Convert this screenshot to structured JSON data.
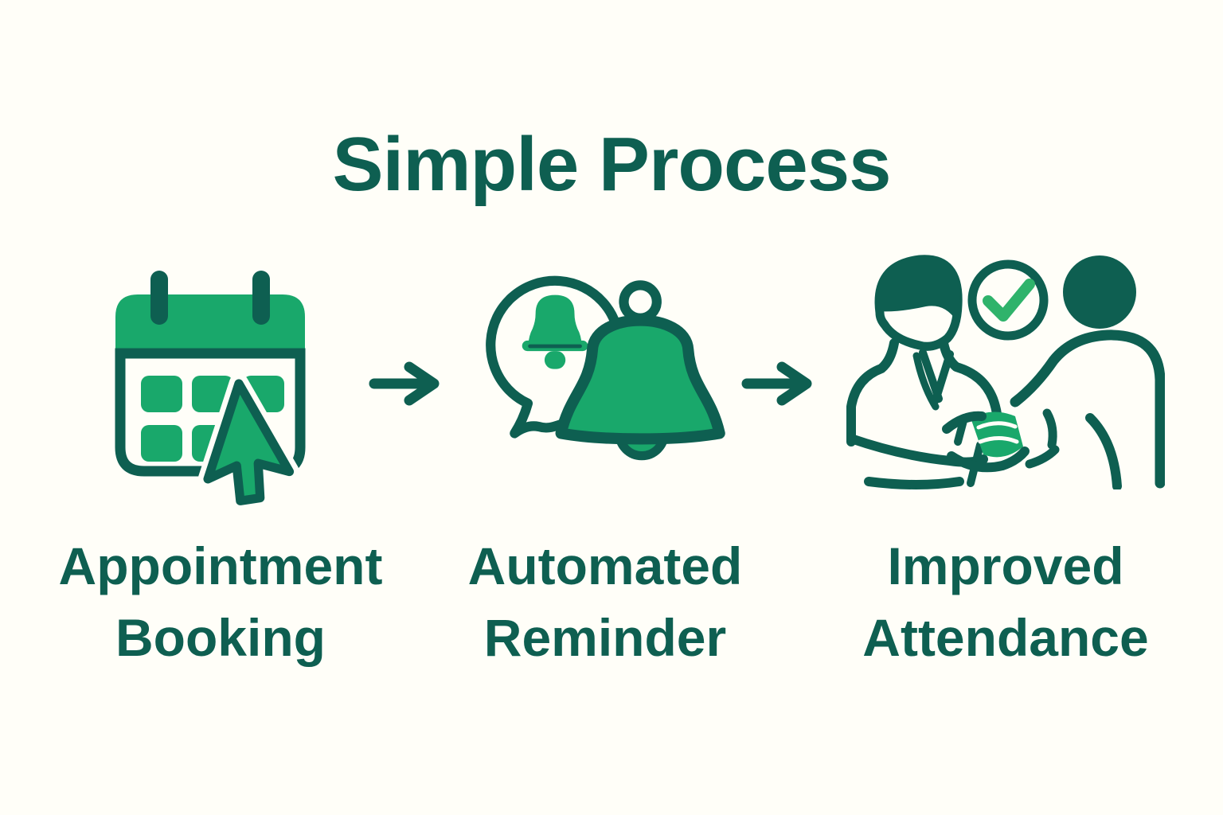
{
  "title": "Simple Process",
  "colors": {
    "background": "#FFFEF8",
    "outline_dark": "#0E5F51",
    "accent_green": "#19A86B",
    "check_green": "#2FB36B"
  },
  "steps": [
    {
      "icon": "calendar-click-icon",
      "label_line1": "Appointment",
      "label_line2": "Booking"
    },
    {
      "icon": "notification-bell-icon",
      "label_line1": "Automated",
      "label_line2": "Reminder"
    },
    {
      "icon": "handshake-check-icon",
      "label_line1": "Improved",
      "label_line2": "Attendance"
    }
  ],
  "connectors": [
    {
      "icon": "arrow-right-icon"
    },
    {
      "icon": "arrow-right-icon"
    }
  ]
}
